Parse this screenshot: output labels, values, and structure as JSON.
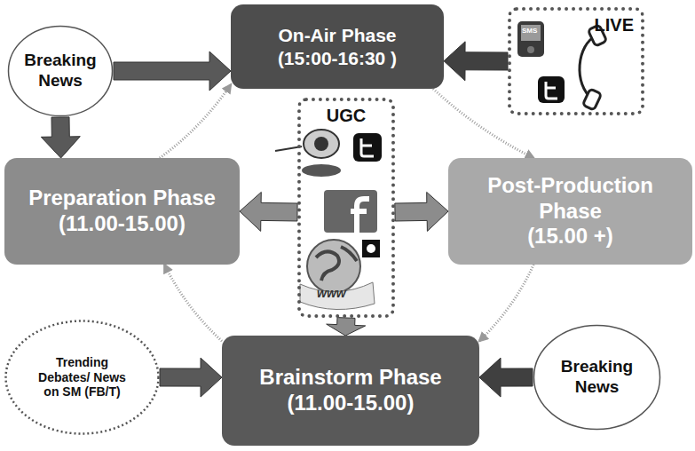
{
  "diagram": {
    "nodes": [
      {
        "text": [
          "Breaking News"
        ]
      },
      {
        "text": [
          "On-Air Phase",
          "(15:00-16:30 )"
        ]
      },
      {
        "text": [
          "LIVE"
        ]
      },
      {
        "text": [
          "Preparation Phase",
          "(11.00-15.00)"
        ]
      },
      {
        "text": [
          "UGC"
        ]
      },
      {
        "text": [
          "Post-Production Phase",
          "(15.00 +)"
        ]
      },
      {
        "text": [
          "Trending Debates/ News on SM (FB/T)"
        ]
      },
      {
        "text": [
          "Brainstorm Phase",
          "(11.00-15.00)"
        ]
      },
      {
        "text": [
          "Breaking News"
        ]
      }
    ],
    "edges": [
      {
        "from": 0,
        "to": 1,
        "arrow": "to"
      },
      {
        "from": 0,
        "to": 3,
        "arrow": "to"
      },
      {
        "from": 2,
        "to": 1,
        "arrow": "to"
      },
      {
        "from": 4,
        "to": 3,
        "arrow": "to"
      },
      {
        "from": 4,
        "to": 5,
        "arrow": "to"
      },
      {
        "from": 4,
        "to": 7,
        "arrow": "to"
      },
      {
        "from": 6,
        "to": 7,
        "arrow": "to"
      },
      {
        "from": 8,
        "to": 7,
        "arrow": "to"
      },
      {
        "from": 3,
        "to": 1,
        "arrow": "to"
      },
      {
        "from": 1,
        "to": 5,
        "arrow": "to"
      },
      {
        "from": 5,
        "to": 7,
        "arrow": "to"
      },
      {
        "from": 7,
        "to": 3,
        "arrow": "to"
      }
    ],
    "labels": [
      "SMS",
      "www"
    ]
  }
}
